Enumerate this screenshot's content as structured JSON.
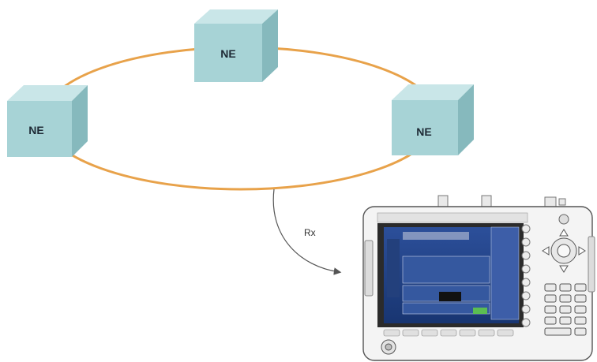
{
  "diagram": {
    "nodes": [
      {
        "id": "top",
        "label": "NE"
      },
      {
        "id": "left",
        "label": "NE"
      },
      {
        "id": "right",
        "label": "NE"
      }
    ],
    "ring_color": "#e8a24a",
    "cube_colors": {
      "front": "#a7d3d6",
      "top": "#c9e6e8",
      "side": "#86b9bd"
    },
    "tap_label": "Rx"
  },
  "instrument": {
    "icon": "test-instrument-icon",
    "screen_color": "#1f3f86"
  }
}
